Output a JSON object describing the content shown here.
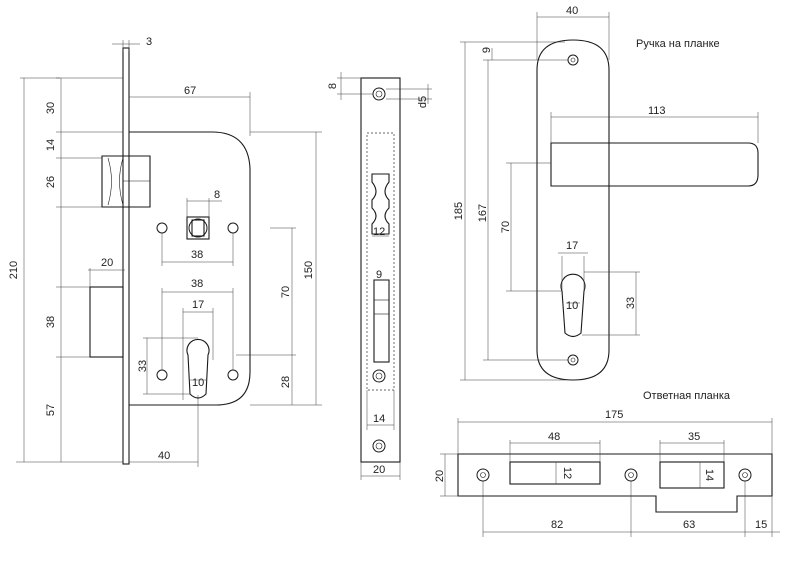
{
  "labels": {
    "handle_title": "Ручка на планке",
    "strike_title": "Ответная планка"
  },
  "dims": {
    "d3": "3",
    "d67": "67",
    "d30": "30",
    "d14a": "14",
    "d26": "26",
    "d210": "210",
    "d8a": "8",
    "d38a": "38",
    "d150": "150",
    "d70a": "70",
    "d20a": "20",
    "d38b": "38",
    "d38c": "38",
    "d17a": "17",
    "d33a": "33",
    "d10a": "10",
    "d28": "28",
    "d57": "57",
    "d40a": "40",
    "d8b": "8",
    "d5": "d5",
    "d12a": "12",
    "d9a": "9",
    "d14b": "14",
    "d20b": "20",
    "d40b": "40",
    "d9b": "9",
    "d113": "113",
    "d185": "185",
    "d167": "167",
    "d70b": "70",
    "d17b": "17",
    "d10b": "10",
    "d33b": "33",
    "d175": "175",
    "d48": "48",
    "d35": "35",
    "d20c": "20",
    "d12b": "12",
    "d14c": "14",
    "d82": "82",
    "d63": "63",
    "d15": "15"
  }
}
